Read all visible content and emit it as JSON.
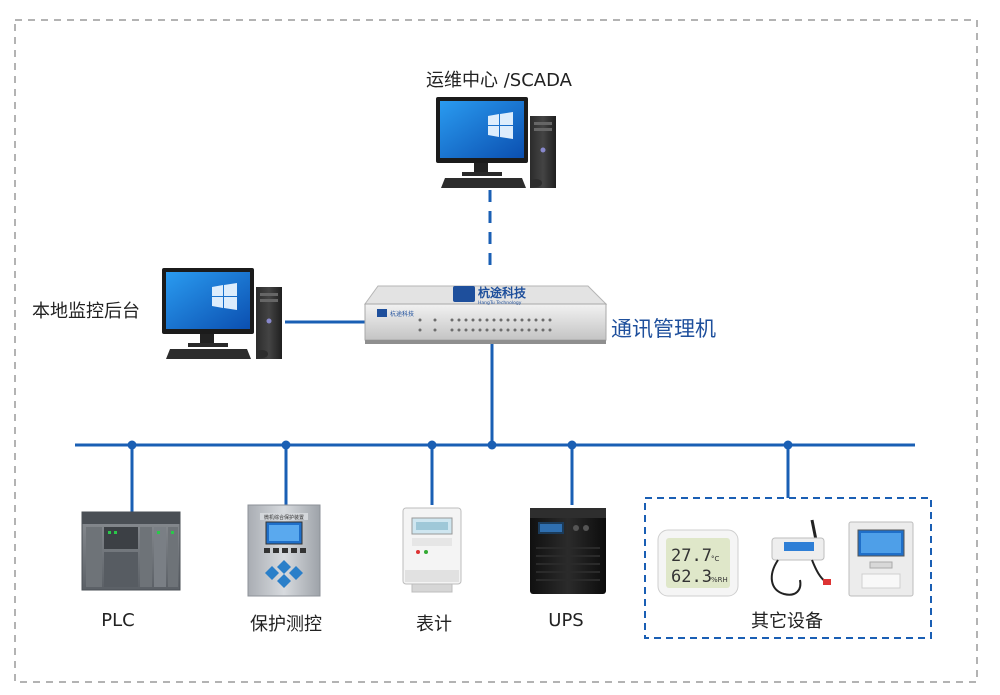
{
  "labels": {
    "scada": "运维中心 /SCADA",
    "local": "本地监控后台",
    "gateway": "通讯管理机",
    "plc": "PLC",
    "protection": "保护测控",
    "meter": "表计",
    "ups": "UPS",
    "other": "其它设备"
  },
  "device_text": {
    "brand_cn": "杭途科技",
    "brand_en": "HangTu Technology",
    "panel_brand": "杭途科技",
    "protection_title": "微机综合保护装置",
    "hygro_temp": "27.7",
    "hygro_temp_unit": "°C",
    "hygro_rh": "62.3",
    "hygro_rh_unit": "%RH"
  },
  "colors": {
    "line": "#1a5fb4",
    "frame_dashed": "#9a9a9a",
    "group_dashed": "#1a5fb4",
    "label_blue": "#1e4f9c",
    "screen_blue": "#1f7fd6"
  }
}
